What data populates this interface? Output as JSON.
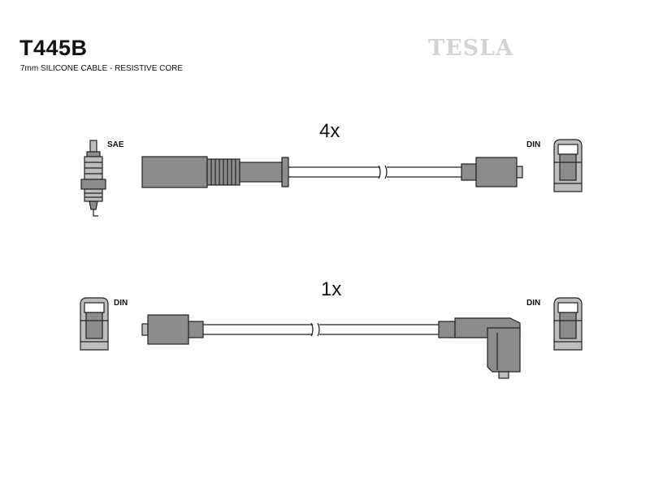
{
  "header": {
    "part_number": "T445B",
    "description": "7mm SILICONE CABLE - RESISTIVE CORE",
    "brand": "TESLA"
  },
  "cable_sets": [
    {
      "quantity": "4x",
      "end_a_label": "SAE",
      "end_b_label": "DIN"
    },
    {
      "quantity": "1x",
      "end_a_label": "DIN",
      "end_b_label": "DIN"
    }
  ],
  "colors": {
    "outline": "#222222",
    "fill": "#8c8c8c",
    "fill_light": "#bdbdbd",
    "watermark": "#d4d4d4"
  }
}
